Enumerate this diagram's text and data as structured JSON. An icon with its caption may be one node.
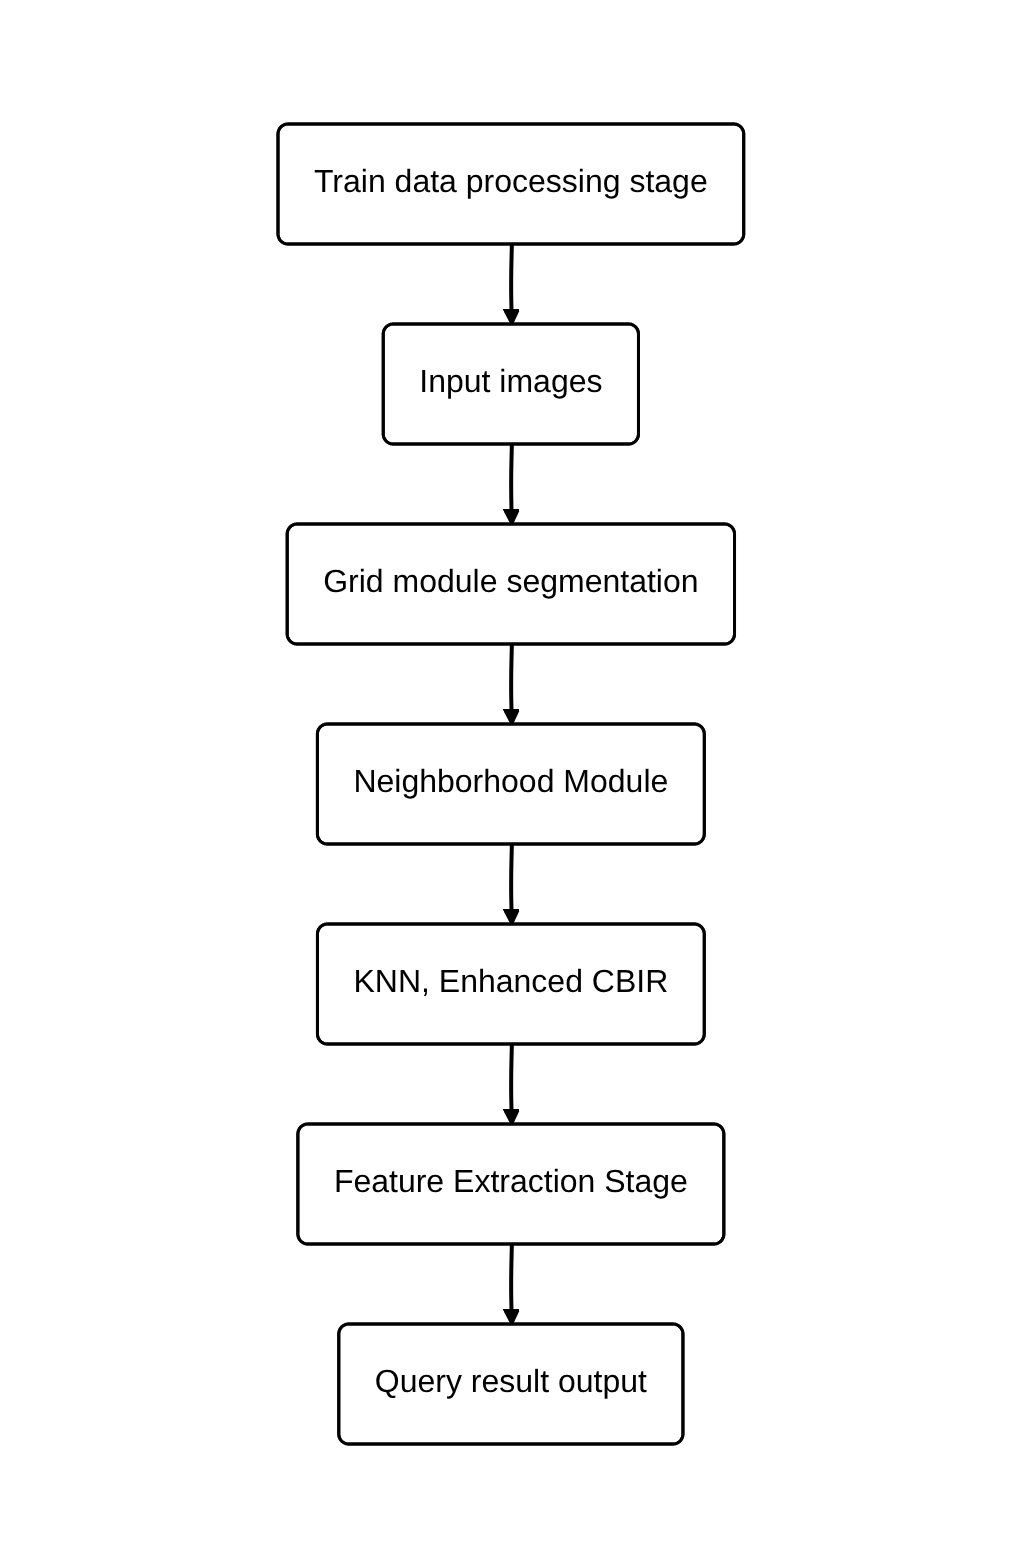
{
  "diagram": {
    "nodes": [
      {
        "text": [
          "Train data processing stage"
        ]
      },
      {
        "text": [
          "Input images"
        ]
      },
      {
        "text": [
          "Grid module segmentation"
        ]
      },
      {
        "text": [
          "Neighborhood Module"
        ]
      },
      {
        "text": [
          "KNN, Enhanced CBIR"
        ]
      },
      {
        "text": [
          "Feature Extraction Stage"
        ]
      },
      {
        "text": [
          "Query result output"
        ]
      }
    ],
    "edges": [
      {
        "from": 0,
        "to": 1,
        "arrow": "to"
      },
      {
        "from": 1,
        "to": 2,
        "arrow": "to"
      },
      {
        "from": 2,
        "to": 3,
        "arrow": "to"
      },
      {
        "from": 3,
        "to": 4,
        "arrow": "to"
      },
      {
        "from": 4,
        "to": 5,
        "arrow": "to"
      },
      {
        "from": 5,
        "to": 6,
        "arrow": "to"
      }
    ]
  }
}
